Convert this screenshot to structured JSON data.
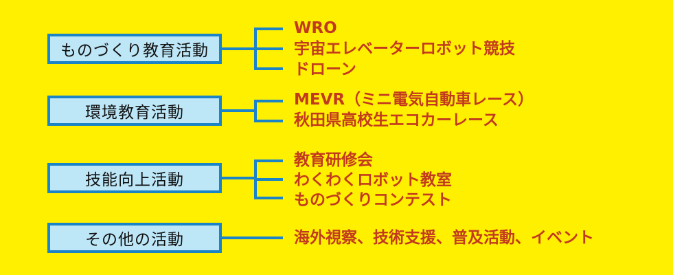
{
  "categories": [
    {
      "label": "ものづくり教育活動",
      "items": [
        "WRO",
        "宇宙エレベーターロボット競技",
        "ドローン"
      ]
    },
    {
      "label": "環境教育活動",
      "items": [
        "MEVR（ミニ電気自動車レース）",
        "秋田県高校生エコカーレース"
      ]
    },
    {
      "label": "技能向上活動",
      "items": [
        "教育研修会",
        "わくわくロボット教室",
        "ものづくりコンテスト"
      ]
    },
    {
      "label": "その他の活動",
      "items": [
        "海外視察、技術支援、普及活動、イベント"
      ]
    }
  ],
  "colors": {
    "background": "#FFF000",
    "box_fill": "#BDE6F7",
    "box_border": "#1B84C6",
    "item_text": "#C23A1E"
  }
}
